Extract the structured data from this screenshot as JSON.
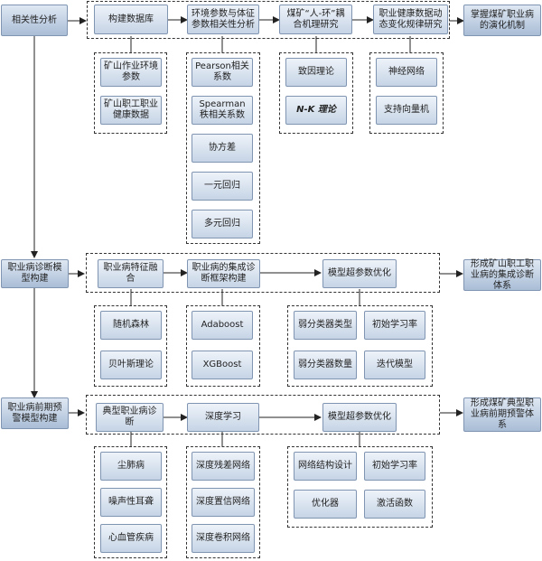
{
  "rows": {
    "r1": {
      "label": "相关性分析",
      "result": "掌握煤矿职业病的演化机制",
      "cols": [
        "构建数据库",
        "环境参数与体征参数相关性分析",
        "煤矿“人-环”耦合机理研究",
        "职业健康数据动态变化规律研究"
      ]
    },
    "r2": {
      "label": "职业病诊断模型构建",
      "result": "形成矿山职工职业病的集成诊断体系",
      "cols": [
        "职业病特征融合",
        "职业病的集成诊断框架构建",
        "模型超参数优化"
      ]
    },
    "r3": {
      "label": "职业病前期预警模型构建",
      "result": "形成煤矿典型职业病前期预警体系",
      "cols": [
        "典型职业病诊断",
        "深度学习",
        "模型超参数优化"
      ]
    }
  },
  "subs": {
    "r1c1": [
      "矿山作业环境参数",
      "矿山职工职业健康数据"
    ],
    "r1c2": [
      "Pearson相关系数",
      "Spearman秩相关系数",
      "协方差",
      "一元回归",
      "多元回归"
    ],
    "r1c3": [
      "致因理论",
      "N-K 理论"
    ],
    "r1c4": [
      "神经网络",
      "支持向量机"
    ],
    "r2c1": [
      "随机森林",
      "贝叶斯理论"
    ],
    "r2c2": [
      "Adaboost",
      "XGBoost"
    ],
    "r2c3": [
      "弱分类器类型",
      "初始学习率",
      "弱分类器数量",
      "迭代模型"
    ],
    "r3c1": [
      "尘肺病",
      "噪声性耳聋",
      "心血管疾病"
    ],
    "r3c2": [
      "深度残差网络",
      "深度置信网络",
      "深度卷积网络"
    ],
    "r3c3": [
      "网络结构设计",
      "初始学习率",
      "优化器",
      "激活函数"
    ]
  }
}
